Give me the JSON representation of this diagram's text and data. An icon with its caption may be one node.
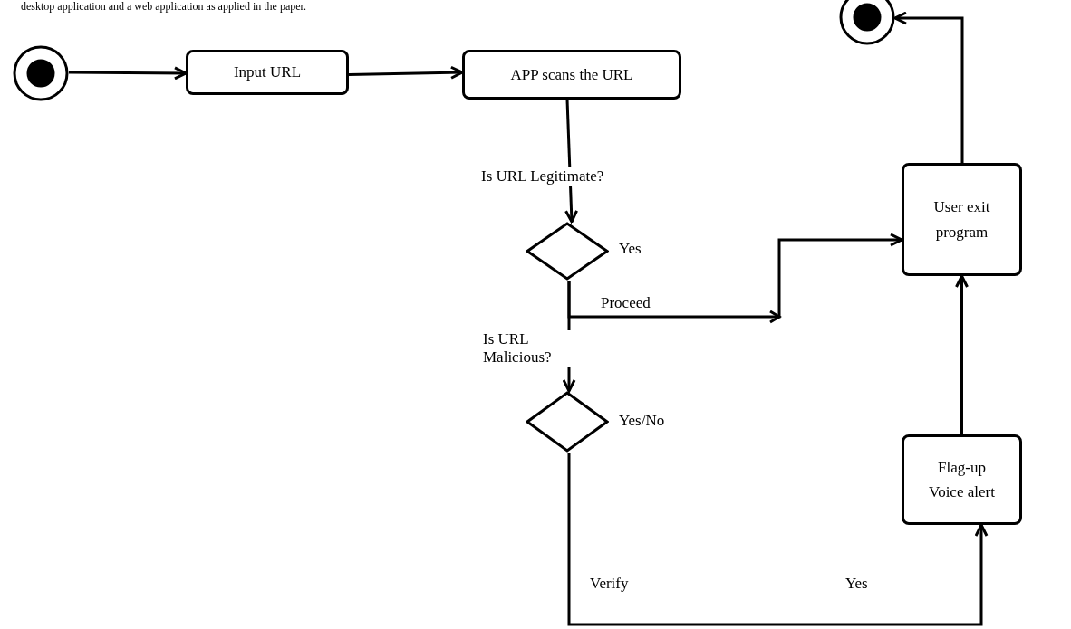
{
  "diagram": {
    "nodes": [
      {
        "text": [],
        "shape": "circle"
      },
      {
        "text": [
          "Input URL"
        ]
      },
      {
        "text": [
          "APP scans the URL"
        ]
      },
      {
        "text": [],
        "shape": "circle"
      },
      {
        "text": [],
        "shape": "diamond",
        "beside": [
          "Yes"
        ]
      },
      {
        "text": [
          "User exit program"
        ]
      },
      {
        "text": [],
        "shape": "diamond",
        "beside": [
          "Yes/No"
        ]
      },
      {
        "text": [
          "Flag-up Voice alert"
        ]
      }
    ],
    "edges": [
      {
        "from": 0,
        "to": 1,
        "arrow": "to"
      },
      {
        "from": 1,
        "to": 2,
        "arrow": "to"
      },
      {
        "from": 2,
        "to": 4,
        "arrow": "to",
        "label": "Is URL Legitimate?"
      },
      {
        "from": 4,
        "to": 5,
        "arrow": "to",
        "label": "Proceed"
      },
      {
        "from": 4,
        "to": 6,
        "arrow": "to",
        "label": "Is URL Malicious?"
      },
      {
        "from": 6,
        "to": 7,
        "arrow": "to",
        "label": "Verify"
      },
      {
        "from": 7,
        "to": 5,
        "arrow": "to"
      },
      {
        "from": 5,
        "to": 3,
        "arrow": "to"
      }
    ],
    "labels": [
      "desktop application and a web application as applied in the paper.",
      "Yes"
    ]
  }
}
